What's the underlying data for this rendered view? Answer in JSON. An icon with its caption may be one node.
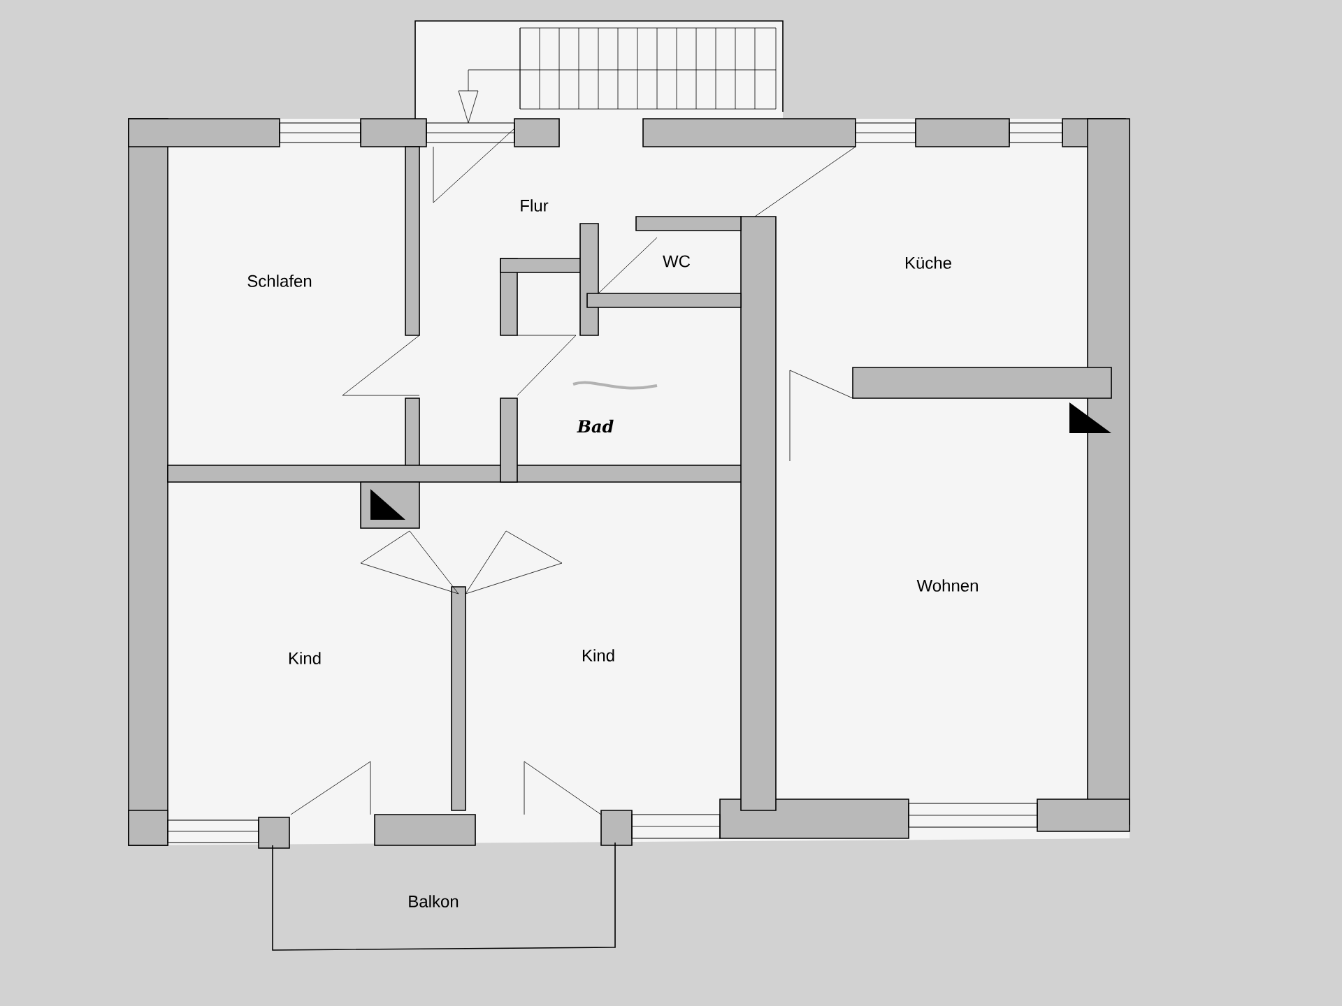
{
  "diagram": {
    "labels": [
      "Flur",
      "Schlafen",
      "WC",
      "Küche",
      "Bad",
      "Kind",
      "Kind",
      "Wohnen",
      "Balkon"
    ]
  }
}
